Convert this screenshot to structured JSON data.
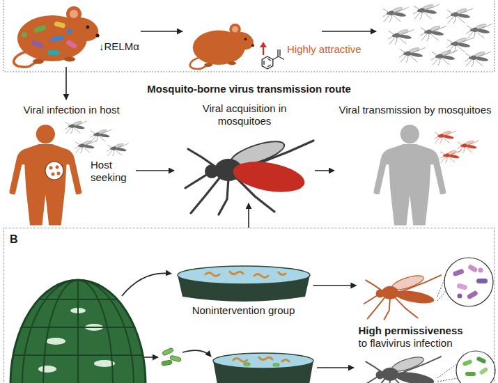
{
  "diagram": {
    "title": "Mosquito-borne virus transmission route",
    "nodes": [
      {
        "text": [
          "↓RELMα"
        ]
      },
      {
        "text": [
          "Highly attractive"
        ]
      },
      {
        "text": [
          "Viral infection in host"
        ]
      },
      {
        "text": [
          "Viral acquisition in mosquitoes"
        ]
      },
      {
        "text": [
          "Viral transmission by mosquitoes"
        ]
      },
      {
        "text": [
          "B"
        ]
      },
      {
        "text": [
          "Nonintervention group"
        ],
        "in": 5
      },
      {
        "text": [
          "High permissiveness",
          "to flavivirus infection"
        ],
        "in": 5
      }
    ],
    "edges": [
      {
        "from": 0,
        "to": 1,
        "arrow": "to"
      },
      {
        "from": 0,
        "to": 2,
        "arrow": "to"
      },
      {
        "from": 2,
        "to": 3,
        "arrow": "to"
      },
      {
        "from": 3,
        "to": 4,
        "arrow": "to"
      },
      {
        "from": 5,
        "to": 3,
        "arrow": "to"
      },
      {
        "from": 6,
        "to": 7,
        "arrow": "to"
      }
    ],
    "labels": [
      "Host seeking"
    ]
  }
}
